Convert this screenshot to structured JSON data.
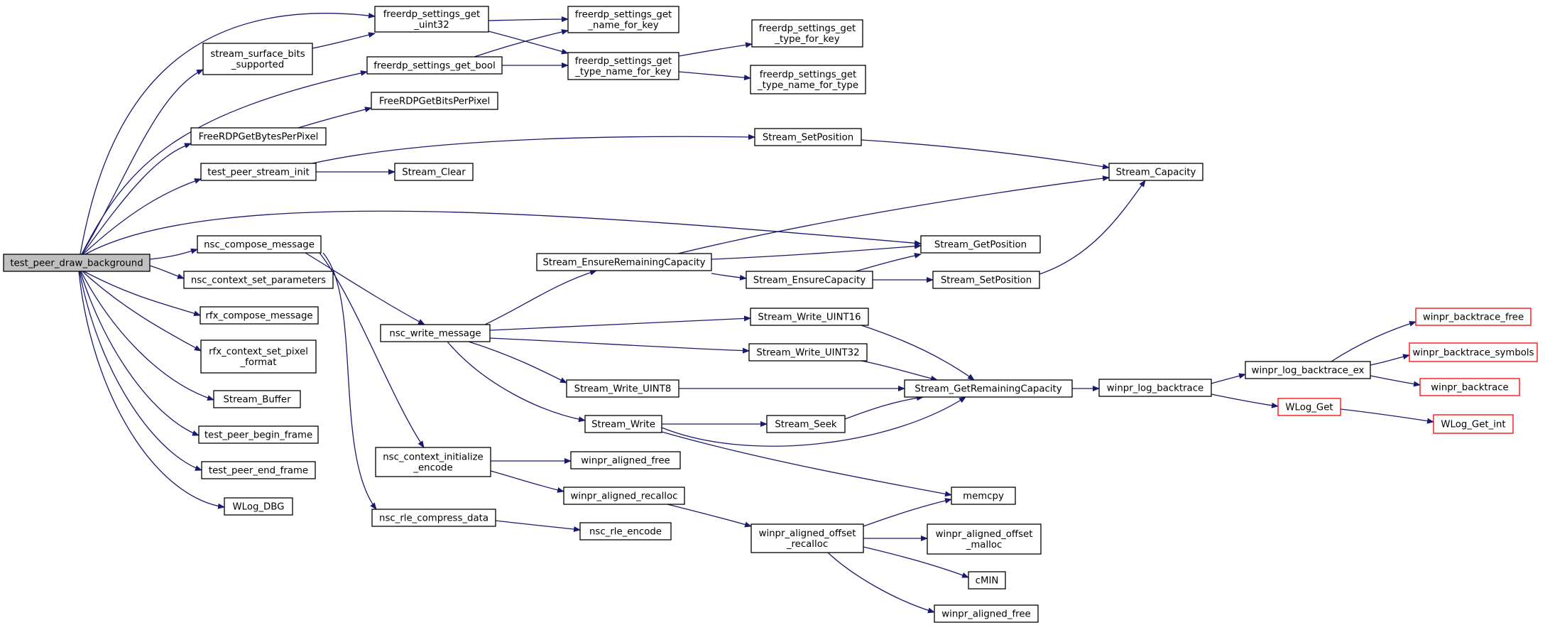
{
  "graph": {
    "caller": "test_peer_draw_background",
    "colors": {
      "edge": "#191970",
      "root_fill": "#bfbfbf",
      "node_border": "#000000",
      "truncated_border": "#ff0000"
    },
    "nodes": {
      "root": {
        "lines": [
          "test_peer_draw_background"
        ],
        "style": "root"
      },
      "fsg_uint32": {
        "lines": [
          "freerdp_settings_get",
          "_uint32"
        ]
      },
      "ssbs": {
        "lines": [
          "stream_surface_bits",
          "_supported"
        ]
      },
      "fsg_bool": {
        "lines": [
          "freerdp_settings_get_bool"
        ]
      },
      "fsg_name": {
        "lines": [
          "freerdp_settings_get",
          "_name_for_key"
        ]
      },
      "fsg_typename": {
        "lines": [
          "freerdp_settings_get",
          "_type_name_for_key"
        ]
      },
      "fsg_type": {
        "lines": [
          "freerdp_settings_get",
          "_type_for_key"
        ]
      },
      "fsg_typename_type": {
        "lines": [
          "freerdp_settings_get",
          "_type_name_for_type"
        ]
      },
      "frdp_bits": {
        "lines": [
          "FreeRDPGetBitsPerPixel"
        ]
      },
      "frdp_bytes": {
        "lines": [
          "FreeRDPGetBytesPerPixel"
        ]
      },
      "tpsi": {
        "lines": [
          "test_peer_stream_init"
        ]
      },
      "stream_clear": {
        "lines": [
          "Stream_Clear"
        ]
      },
      "stream_setpos1": {
        "lines": [
          "Stream_SetPosition"
        ]
      },
      "stream_capacity": {
        "lines": [
          "Stream_Capacity"
        ]
      },
      "nsc_compose": {
        "lines": [
          "nsc_compose_message"
        ]
      },
      "nsc_ctx_params": {
        "lines": [
          "nsc_context_set_parameters"
        ]
      },
      "rfx_compose": {
        "lines": [
          "rfx_compose_message"
        ]
      },
      "rfx_pixfmt": {
        "lines": [
          "rfx_context_set_pixel",
          "_format"
        ]
      },
      "stream_buffer": {
        "lines": [
          "Stream_Buffer"
        ]
      },
      "tp_begin": {
        "lines": [
          "test_peer_begin_frame"
        ]
      },
      "tp_end": {
        "lines": [
          "test_peer_end_frame"
        ]
      },
      "wlog_dbg": {
        "lines": [
          "WLog_DBG"
        ]
      },
      "stream_getpos": {
        "lines": [
          "Stream_GetPosition"
        ]
      },
      "stream_erc": {
        "lines": [
          "Stream_EnsureRemainingCapacity"
        ]
      },
      "stream_ec": {
        "lines": [
          "Stream_EnsureCapacity"
        ]
      },
      "stream_setpos2": {
        "lines": [
          "Stream_SetPosition"
        ]
      },
      "nsc_write": {
        "lines": [
          "nsc_write_message"
        ]
      },
      "sw_u16": {
        "lines": [
          "Stream_Write_UINT16"
        ]
      },
      "sw_u32": {
        "lines": [
          "Stream_Write_UINT32"
        ]
      },
      "sw_u8": {
        "lines": [
          "Stream_Write_UINT8"
        ]
      },
      "stream_write": {
        "lines": [
          "Stream_Write"
        ]
      },
      "stream_seek": {
        "lines": [
          "Stream_Seek"
        ]
      },
      "stream_grc": {
        "lines": [
          "Stream_GetRemainingCapacity"
        ]
      },
      "winpr_log_bt": {
        "lines": [
          "winpr_log_backtrace"
        ]
      },
      "winpr_log_bt_ex": {
        "lines": [
          "winpr_log_backtrace_ex"
        ]
      },
      "wbt_free": {
        "lines": [
          "winpr_backtrace_free"
        ],
        "style": "truncated"
      },
      "wbt_symbols": {
        "lines": [
          "winpr_backtrace_symbols"
        ],
        "style": "truncated"
      },
      "wbt": {
        "lines": [
          "winpr_backtrace"
        ],
        "style": "truncated"
      },
      "wlog_get": {
        "lines": [
          "WLog_Get"
        ],
        "style": "truncated"
      },
      "wlog_get_int": {
        "lines": [
          "WLog_Get_int"
        ],
        "style": "truncated"
      },
      "nsc_ctx_init": {
        "lines": [
          "nsc_context_initialize",
          "_encode"
        ]
      },
      "waf1": {
        "lines": [
          "winpr_aligned_free"
        ]
      },
      "war": {
        "lines": [
          "winpr_aligned_recalloc"
        ]
      },
      "waor": {
        "lines": [
          "winpr_aligned_offset",
          "_recalloc"
        ]
      },
      "memcpy": {
        "lines": [
          "memcpy"
        ]
      },
      "waom": {
        "lines": [
          "winpr_aligned_offset",
          "_malloc"
        ]
      },
      "cmin": {
        "lines": [
          "cMIN"
        ]
      },
      "waf2": {
        "lines": [
          "winpr_aligned_free"
        ]
      },
      "nsc_rle_cd": {
        "lines": [
          "nsc_rle_compress_data"
        ]
      },
      "nsc_rle_enc": {
        "lines": [
          "nsc_rle_encode"
        ]
      }
    }
  }
}
